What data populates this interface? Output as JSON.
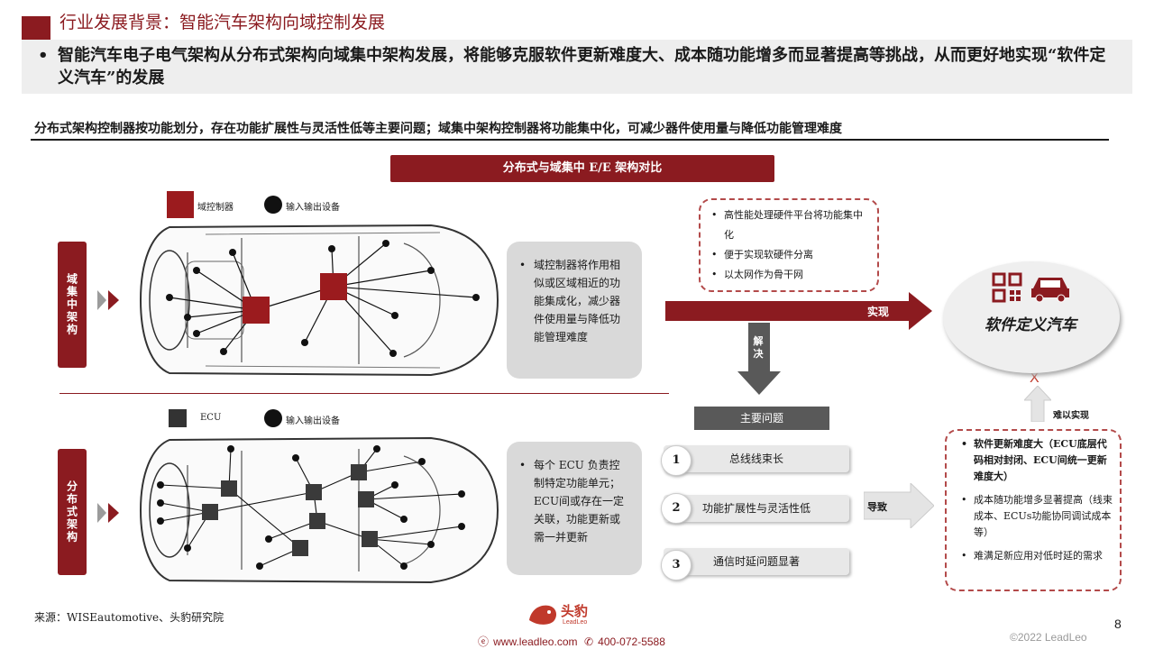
{
  "header": {
    "title": "行业发展背景：智能汽车架构向域控制发展",
    "banner_bullet": "•",
    "banner_text": "智能汽车电子电气架构从分布式架构向域集中架构发展，将能够克服软件更新难度大、成本随功能增多而显著提高等挑战，从而更好地实现“软件定义汽车”的发展"
  },
  "subhead": "分布式架构控制器按功能划分，存在功能扩展性与灵活性低等主要问题；域集中架构控制器将功能集中化，可减少器件使用量与降低功能管理难度",
  "diagram_title": "分布式与域集中 E/E 架构对比",
  "top": {
    "side_label": "域集中架构",
    "legend_controller": "域控制器",
    "legend_io": "输入输出设备",
    "bullets": "域控制器将作用相似或区域相近的功能集成化，减少器件使用量与降低功能管理难度"
  },
  "bottom": {
    "side_label": "分布式架构",
    "legend_controller": "ECU",
    "legend_io": "输入输出设备",
    "bullets": "每个 ECU 负责控制特定功能单元；ECU间或存在一定关联，功能更新或需一并更新"
  },
  "benefits": [
    "高性能处理硬件平台将功能集中化",
    "便于实现软硬件分离",
    "以太网作为骨干网"
  ],
  "arrow_realize": "实现",
  "arrow_solve": "解决",
  "issues_title": "主要问题",
  "issues": [
    {
      "num": "1",
      "label": "总线线束长"
    },
    {
      "num": "2",
      "label": "功能扩展性与灵活性低"
    },
    {
      "num": "3",
      "label": "通信时延问题显著"
    }
  ],
  "arrow_cause": "导致",
  "goal": "软件定义汽车",
  "fail_mark": "X",
  "hard_label": "难以实现",
  "consequences": [
    "软件更新难度大（ECU底层代码相对封闭、ECU间统一更新难度大）",
    "成本随功能增多显著提高（线束成本、ECUs功能协同调试成本等）",
    "难满足新应用对低时延的需求"
  ],
  "source": "来源：WISEautomotive、头豹研究院",
  "footer": {
    "brand": "头豹",
    "brand_en": "LeadLeo",
    "url": "www.leadleo.com",
    "phone": "400-072-5588",
    "page": "8",
    "copyright": "©2022 LeadLeo"
  },
  "colors": {
    "accent": "#8b1b20",
    "gray": "#595959"
  }
}
